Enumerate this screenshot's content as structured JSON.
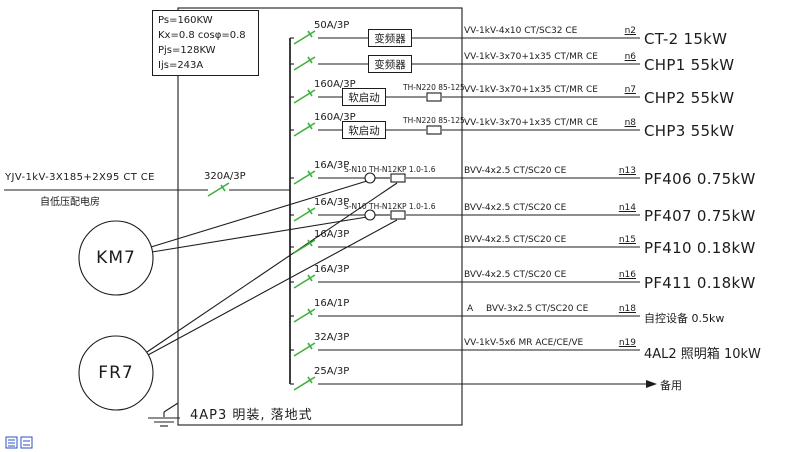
{
  "meta": {
    "panel_label": "4AP3 明装, 落地式"
  },
  "info_box": {
    "lines": [
      "Ps=160KW",
      "Kx=0.8 cosφ=0.8",
      "Pjs=128KW",
      "Ijs=243A"
    ]
  },
  "incoming": {
    "cable": "YJV-1kV-3X185+2X95 CT CE",
    "source": "自低压配电房",
    "breaker": "320A/3P"
  },
  "callouts": {
    "contactor": "KM7",
    "thermal_relay": "FR7"
  },
  "circuits": [
    {
      "breaker": "50A/3P",
      "device": "变频器",
      "cable": "VV-1kV-4x10 CT/SC32 CE",
      "circuit_no": "n2",
      "load": "CT-2 15kW"
    },
    {
      "breaker": "",
      "device": "变频器",
      "cable": "VV-1kV-3x70+1x35 CT/MR CE",
      "circuit_no": "n6",
      "load": "CHP1 55kW"
    },
    {
      "breaker": "160A/3P",
      "device": "软启动",
      "relay": "TH-N220 85-125",
      "cable": "VV-1kV-3x70+1x35 CT/MR CE",
      "circuit_no": "n7",
      "load": "CHP2 55kW"
    },
    {
      "breaker": "160A/3P",
      "device": "软启动",
      "relay": "TH-N220 85-125",
      "cable": "VV-1kV-3x70+1x35 CT/MR CE",
      "circuit_no": "n8",
      "load": "CHP3 55kW"
    },
    {
      "breaker": "16A/3P",
      "starter": "S-N10 TH-N12KP 1.0-1.6",
      "cable": "BVV-4x2.5 CT/SC20 CE",
      "circuit_no": "n13",
      "load": "PF406 0.75kW"
    },
    {
      "breaker": "16A/3P",
      "starter": "S-N10 TH-N12KP 1.0-1.6",
      "cable": "BVV-4x2.5 CT/SC20 CE",
      "circuit_no": "n14",
      "load": "PF407 0.75kW"
    },
    {
      "breaker": "16A/3P",
      "cable": "BVV-4x2.5 CT/SC20 CE",
      "circuit_no": "n15",
      "load": "PF410 0.18kW"
    },
    {
      "breaker": "16A/3P",
      "cable": "BVV-4x2.5 CT/SC20 CE",
      "circuit_no": "n16",
      "load": "PF411 0.18kW"
    },
    {
      "breaker": "16A/1P",
      "phase": "A",
      "cable": "BVV-3x2.5 CT/SC20 CE",
      "circuit_no": "n18",
      "load": "自控设备 0.5kw"
    },
    {
      "breaker": "32A/3P",
      "cable": "VV-1kV-5x6 MR ACE/CE/VE",
      "circuit_no": "n19",
      "load": "4AL2 照明箱 10kW"
    },
    {
      "breaker": "25A/3P",
      "load": "备用"
    }
  ],
  "icons": {
    "breaker_symbol": "green-slash-switch",
    "ground": "earth-ground",
    "spare_arrow": "right-arrow",
    "watermark": "blue-cad-stamp"
  },
  "colors": {
    "line": "#1c1c1c",
    "breaker_green": "#3db13d",
    "watermark_blue": "#2b50c8",
    "background": "#ffffff"
  }
}
